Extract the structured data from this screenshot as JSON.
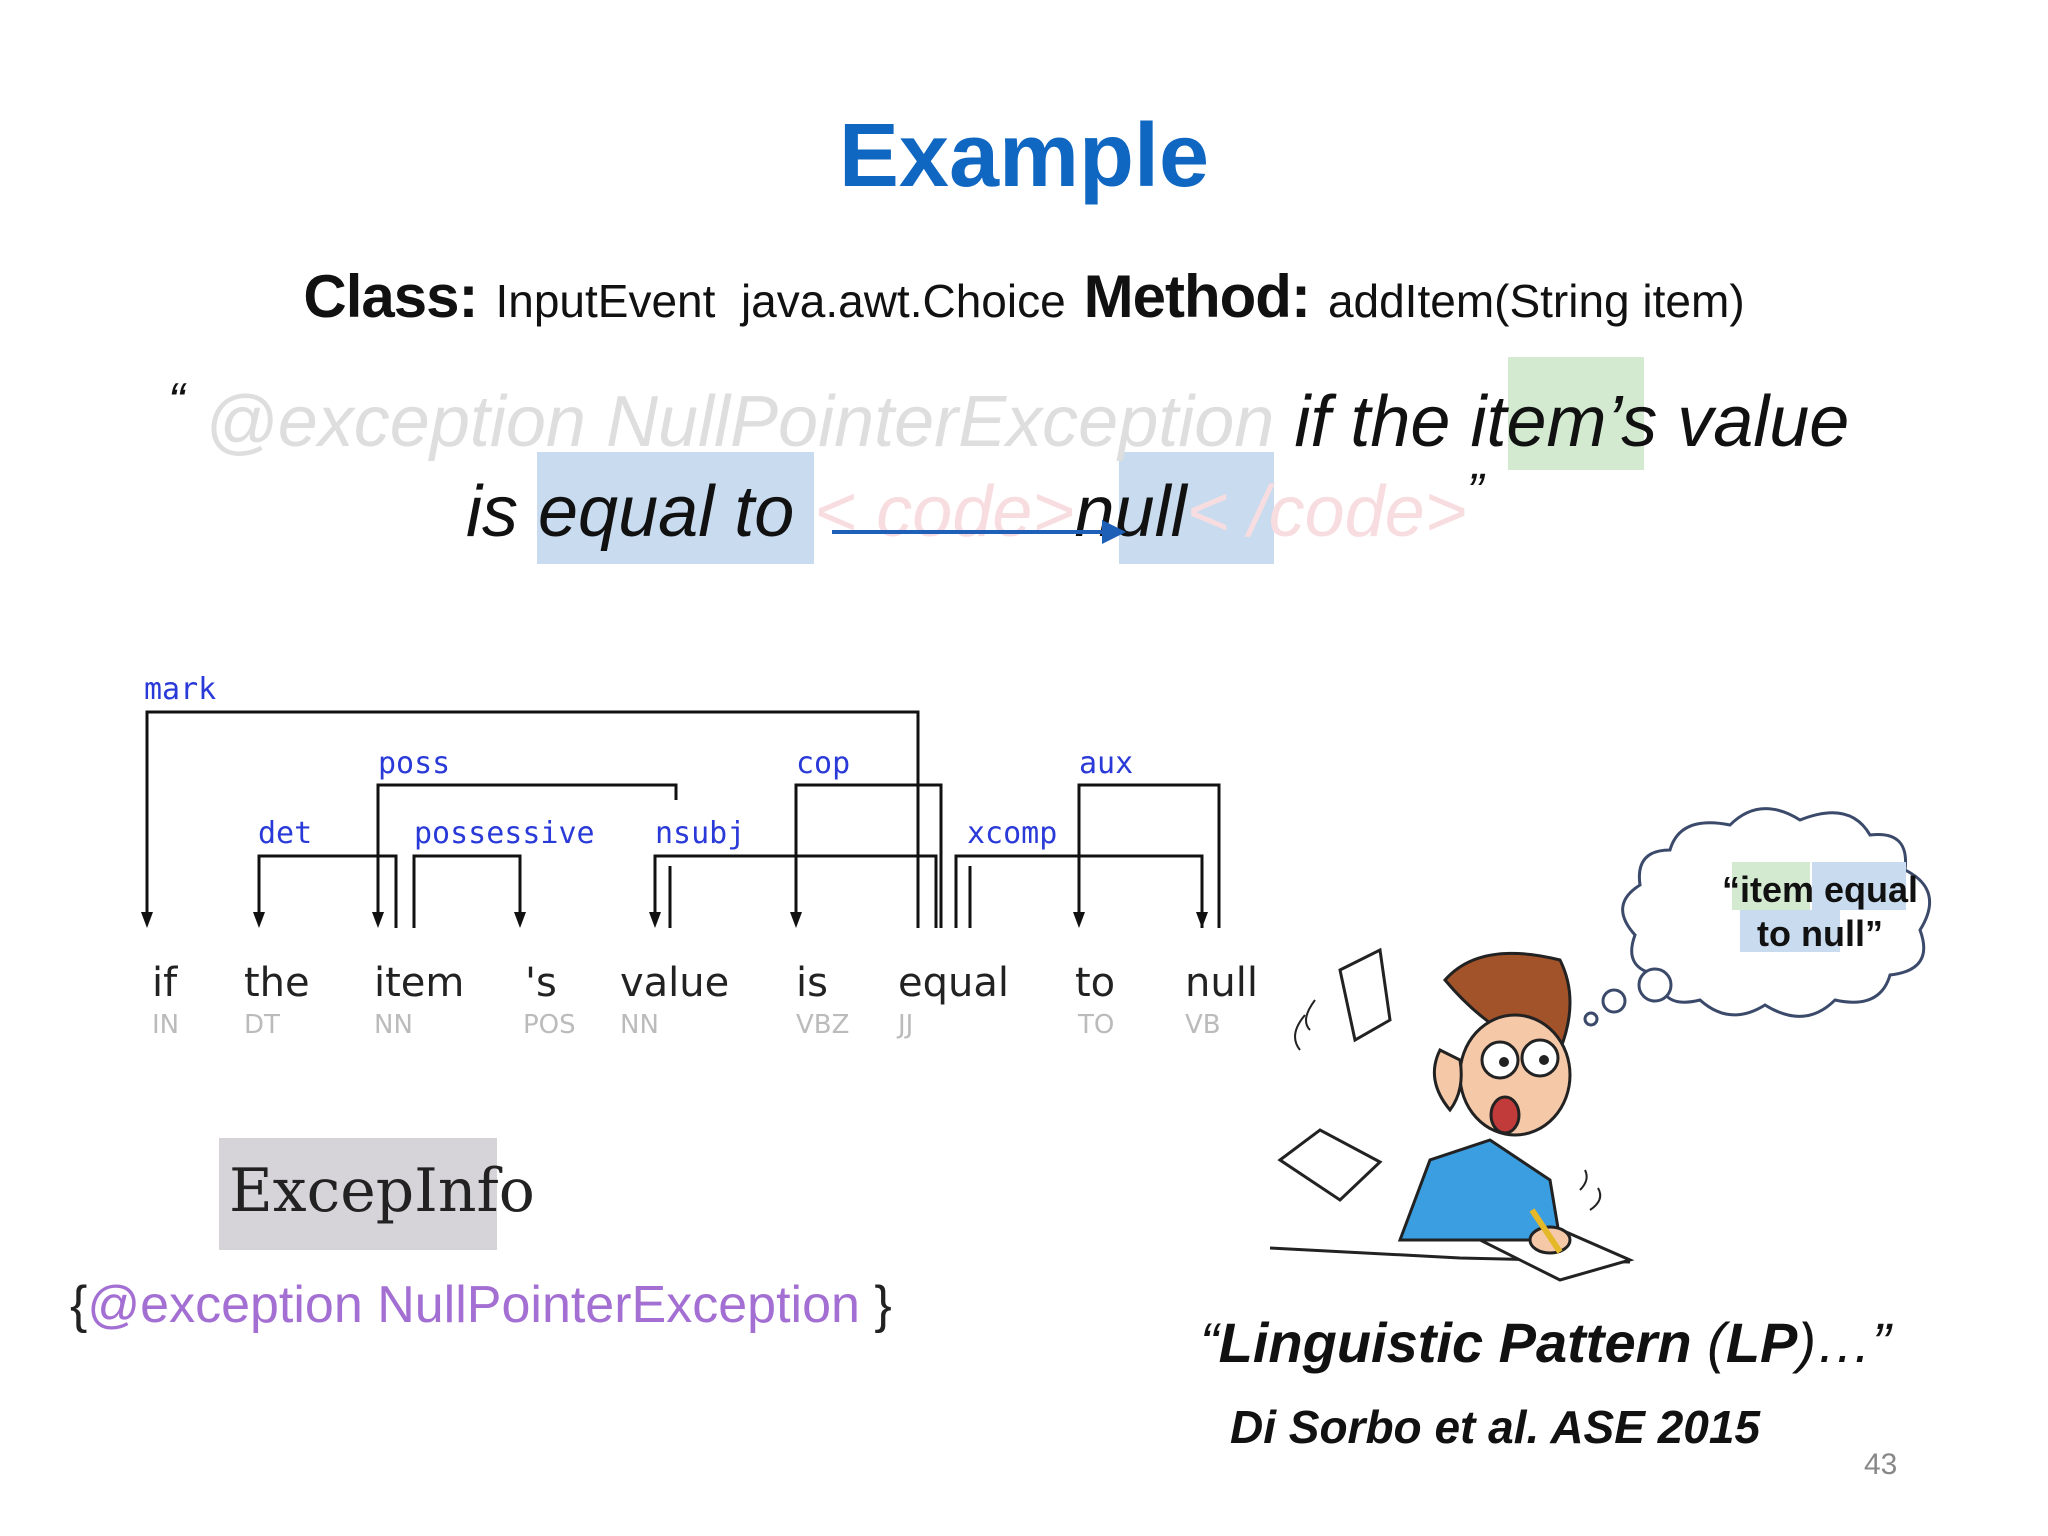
{
  "slide": {
    "title": "Example",
    "page_number": "43"
  },
  "header": {
    "class_label": "Class:",
    "class_value": "InputEvent  java.awt.Choice",
    "method_label": "Method:",
    "method_value": "addItem(String item)"
  },
  "comment": {
    "open_quote": "“",
    "exception_tag": "@exception NullPointerException",
    "text_if_the": "if the",
    "text_item": "item",
    "text_s_value": "’s value",
    "text_is": "is",
    "text_equal_to": "equal to",
    "code_open": "< code>",
    "text_null": "null",
    "code_close": "< /code>",
    "close_quote": "”"
  },
  "dependency_parse": {
    "words": [
      "if",
      "the",
      "item",
      "'s",
      "value",
      "is",
      "equal",
      "to",
      "null"
    ],
    "tags": [
      "IN",
      "DT",
      "NN",
      "POS",
      "NN",
      "VBZ",
      "JJ",
      "TO",
      "VB"
    ],
    "relations": [
      "mark",
      "det",
      "poss",
      "possessive",
      "nsubj",
      "cop",
      "xcomp",
      "aux"
    ]
  },
  "annotations": {
    "exceptinfo_label": "ExcepInfo",
    "brace_open": "{",
    "exception_tag": "@exception NullPointerException",
    "brace_close": " }"
  },
  "thought_bubble": {
    "line1_quote": "“",
    "line1_item": "item",
    "line1_equal": " equal",
    "line2": "to null”"
  },
  "pattern": {
    "open_quote": "“",
    "name": "Linguistic Pattern",
    "abbr_open": " (",
    "abbr": "LP",
    "abbr_close": ")",
    "ellipsis": "…”",
    "citation": "Di Sorbo et al. ASE 2015"
  },
  "colors": {
    "title": "#0f67c2",
    "highlight_blue": "#c8dbef",
    "highlight_green": "#d3ead1",
    "relation_label": "#2a3ad8",
    "tag_purple": "#a36fd3"
  }
}
